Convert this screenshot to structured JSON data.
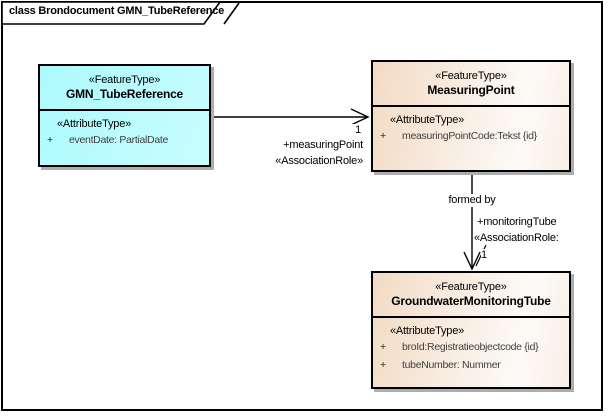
{
  "frame": {
    "label": "class Brondocument GMN_TubeReference"
  },
  "classes": [
    {
      "stereotype": "«FeatureType»",
      "name": "GMN_TubeReference",
      "attribute_compartment_stereotype": "«AttributeType»",
      "attributes": [
        {
          "visibility": "+",
          "signature": "eventDate: PartialDate"
        }
      ]
    },
    {
      "stereotype": "«FeatureType»",
      "name": "MeasuringPoint",
      "attribute_compartment_stereotype": "«AttributeType»",
      "attributes": [
        {
          "visibility": "+",
          "signature": "measuringPointCode:Tekst {id}"
        }
      ]
    },
    {
      "stereotype": "«FeatureType»",
      "name": "GroundwaterMonitoringTube",
      "attribute_compartment_stereotype": "«AttributeType»",
      "attributes": [
        {
          "visibility": "+",
          "signature": "broId:Registratieobjectcode {id}"
        },
        {
          "visibility": "+",
          "signature": "tubeNumber: Nummer"
        }
      ]
    }
  ],
  "associations": [
    {
      "source": "GMN_TubeReference",
      "target": "MeasuringPoint",
      "multiplicity": "1",
      "role": "+measuringPoint",
      "stereotype": "«AssociationRole»"
    },
    {
      "source": "MeasuringPoint",
      "target": "GroundwaterMonitoringTube",
      "name": "formed by",
      "role": "+monitoringTube",
      "stereotype": "«AssociationRole:",
      "multiplicity": "1"
    }
  ],
  "colors": {
    "canvas_background": "#FFFFFF",
    "class_fill_cyan": "#ACFAFD",
    "class_fill_tan_start": "#F2DBC5",
    "class_fill_tan_end": "#FDFAF7",
    "box_border": "#000000",
    "box_shadow": "#ADADAD",
    "attribute_text": "#3F3F3F"
  }
}
